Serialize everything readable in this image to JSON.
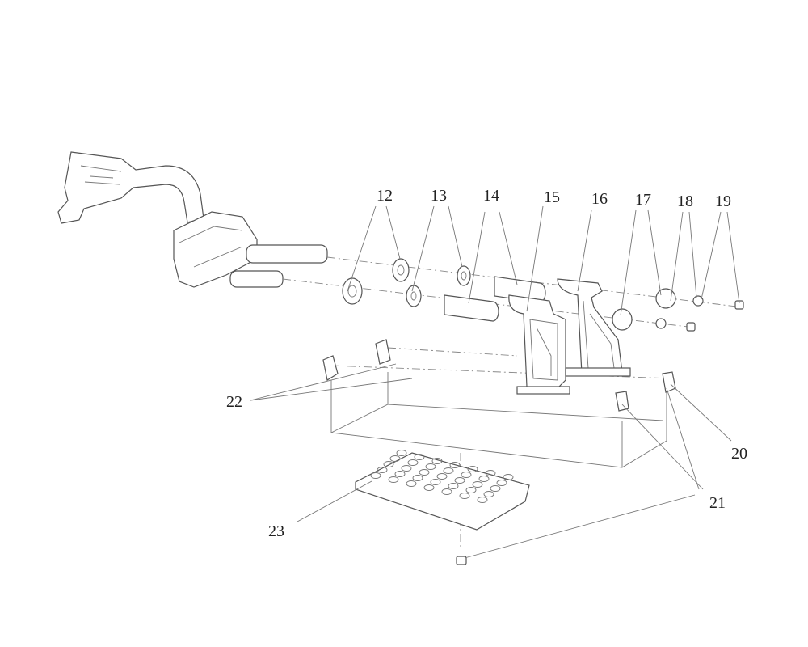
{
  "callouts": {
    "c12": "12",
    "c13": "13",
    "c14": "14",
    "c15": "15",
    "c16": "16",
    "c17": "17",
    "c18": "18",
    "c19": "19",
    "c20": "20",
    "c21": "21",
    "c22": "22",
    "c23": "23"
  }
}
